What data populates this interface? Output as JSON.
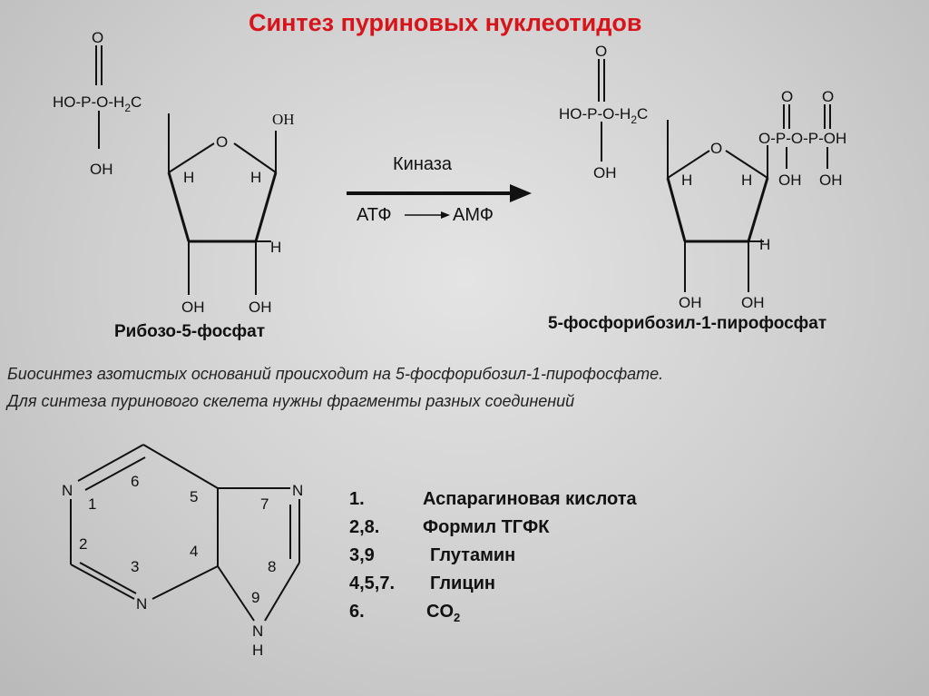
{
  "slide": {
    "title": "Синтез пуриновых нуклеотидов"
  },
  "ribose5p": {
    "caption": "Рибозо-5-фосфат",
    "atoms": {
      "o_top": "O",
      "phosphate": "HO-P-O-H",
      "sub2": "2",
      "carbon": "C",
      "p_oh": "OH",
      "ring_o": "O",
      "c1_oh": "OH",
      "h_c4": "H",
      "h_c1": "H",
      "h_c2": "H",
      "oh_c3": "OH",
      "oh_c2": "OH"
    }
  },
  "reaction": {
    "enzyme": "Киназа",
    "substrate": "АТФ",
    "product": "АМФ"
  },
  "prpp": {
    "caption": "5-фосфорибозил-1-пирофосфат",
    "atoms": {
      "o_top": "O",
      "phosphate": "HO-P-O-H",
      "sub2": "2",
      "carbon": "C",
      "p_oh": "OH",
      "ring_o": "O",
      "o1": "O",
      "o2": "O",
      "pyro": "O-P-O-P-OH",
      "pyro_oh1": "OH",
      "pyro_oh2": "OH",
      "h_c4": "H",
      "h_c1": "H",
      "h_c2": "H",
      "oh_c3": "OH",
      "oh_c2": "OH"
    }
  },
  "note": {
    "line1": "Биосинтез азотистых оснований происходит на 5-фосфорибозил-1-пирофосфате.",
    "line2": "Для синтеза пуринового скелета нужны фрагменты разных соединений"
  },
  "purine": {
    "atoms": {
      "n1": "N",
      "n3": "N",
      "n7": "N",
      "n9": "N",
      "h9": "H"
    },
    "numbers": {
      "n1": "1",
      "n2": "2",
      "n3": "3",
      "n4": "4",
      "n5": "5",
      "n6": "6",
      "n7": "7",
      "n8": "8",
      "n9": "9"
    }
  },
  "sources": [
    {
      "positions": "1.",
      "compound": "Аспарагиновая кислота"
    },
    {
      "positions": "2,8.",
      "compound": "Формил ТГФК"
    },
    {
      "positions": "3,9",
      "compound": "Глутамин"
    },
    {
      "positions": "4,5,7.",
      "compound": "Глицин"
    },
    {
      "positions": "6.",
      "compound": "CO",
      "subscript": "2"
    }
  ]
}
